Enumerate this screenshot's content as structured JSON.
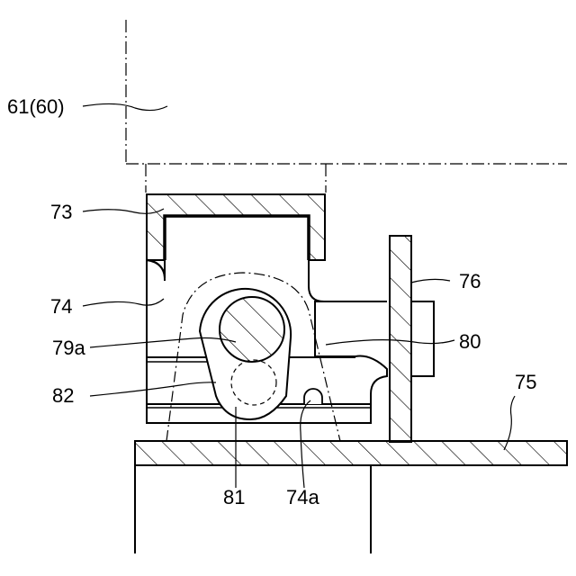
{
  "labels": {
    "ref_61": "61(60)",
    "ref_73": "73",
    "ref_74": "74",
    "ref_79a": "79a",
    "ref_82": "82",
    "ref_76": "76",
    "ref_80": "80",
    "ref_75": "75",
    "ref_81": "81",
    "ref_74a": "74a"
  }
}
